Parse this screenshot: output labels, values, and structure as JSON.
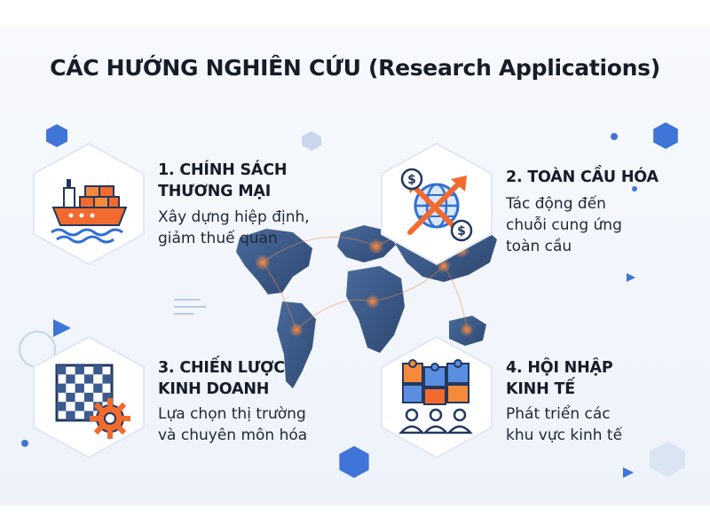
{
  "title": "CÁC HƯỚNG NGHIÊN CỨU (Research Applications)",
  "cards": [
    {
      "title_lines": [
        "1. CHÍNH SÁCH",
        "THƯƠNG MẠI"
      ],
      "desc_lines": [
        "Xây dựng hiệp định,",
        "giảm thuế quan"
      ],
      "icon": "cargo-ship-icon"
    },
    {
      "title_lines": [
        "2. TOÀN CẦU HÓA"
      ],
      "desc_lines": [
        "Tác động đến",
        "chuỗi cung ứng",
        "toàn cầu"
      ],
      "icon": "globe-dollar-icon"
    },
    {
      "title_lines": [
        "3. CHIẾN LƯỢC",
        "KINH DOANH"
      ],
      "desc_lines": [
        "Lựa chọn thị trường",
        "và chuyên môn hóa"
      ],
      "icon": "chessboard-gear-icon"
    },
    {
      "title_lines": [
        "4. HỘI NHẬP",
        "KINH TẾ"
      ],
      "desc_lines": [
        "Phát triển các",
        "khu vực kinh tế"
      ],
      "icon": "puzzle-people-icon"
    }
  ],
  "colors": {
    "accent_orange": "#f26a2e",
    "accent_blue": "#2f6fd6",
    "navy": "#22385f",
    "title": "#161d29"
  }
}
